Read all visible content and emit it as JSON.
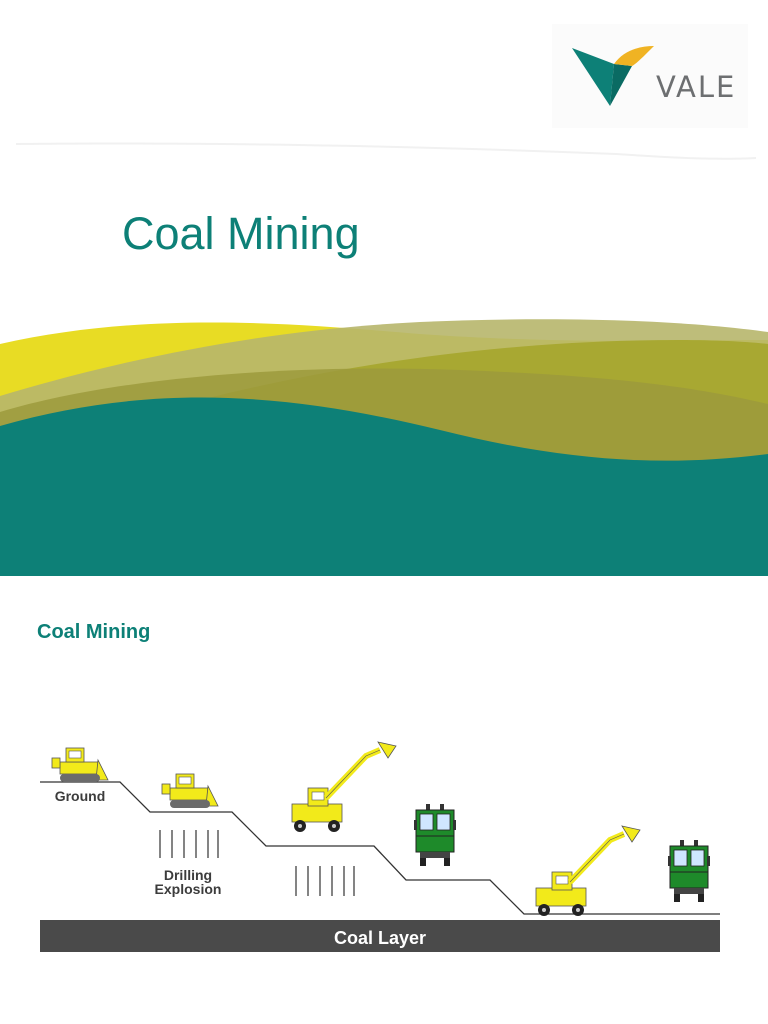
{
  "cover": {
    "logo_text": "VALE",
    "title": "Coal Mining"
  },
  "diagram_slide": {
    "title": "Coal Mining",
    "labels": {
      "ground": "Ground",
      "drilling_line1": "Drilling",
      "drilling_line2": "Explosion",
      "coal_layer": "Coal Layer"
    }
  },
  "colors": {
    "teal": "#0d8077",
    "yellow": "#e8dc24",
    "olive": "#a8a832",
    "coal": "#4a4a4a",
    "machine_yellow": "#f2ea1a",
    "truck_green": "#1e8a2a"
  }
}
